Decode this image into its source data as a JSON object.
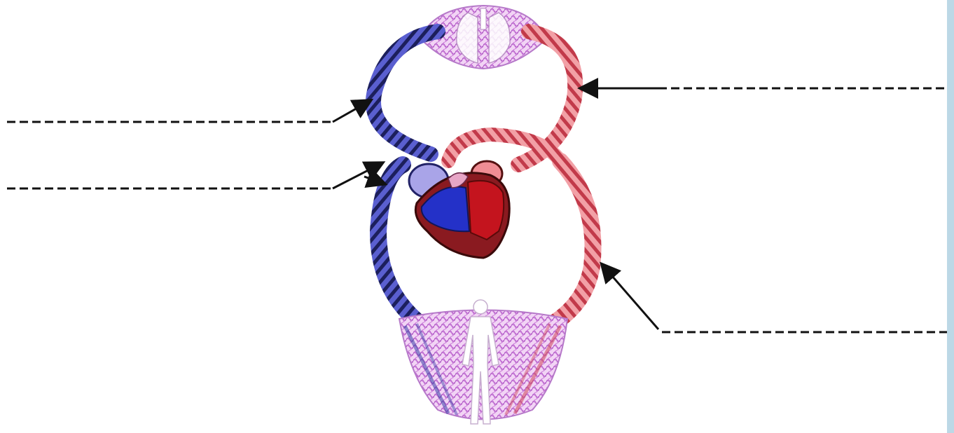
{
  "diagram": {
    "kind": "double circulation worksheet",
    "blanks": [
      {
        "id": "blank-left-upper",
        "text": ""
      },
      {
        "id": "blank-left-lower",
        "text": ""
      },
      {
        "id": "blank-right-upper",
        "text": ""
      },
      {
        "id": "blank-right-lower",
        "text": ""
      }
    ],
    "colors": {
      "deoxygenated": "#3a3fb5",
      "oxygenated": "#d9434f",
      "stripe": "#1b1b3a",
      "capillary": "#c87fd6",
      "heart_right": "#2431c8",
      "heart_left": "#c4141e",
      "heart_atrium": "#a9a4e8",
      "leader": "#111111",
      "edge_band": "#bcd8e6"
    }
  }
}
